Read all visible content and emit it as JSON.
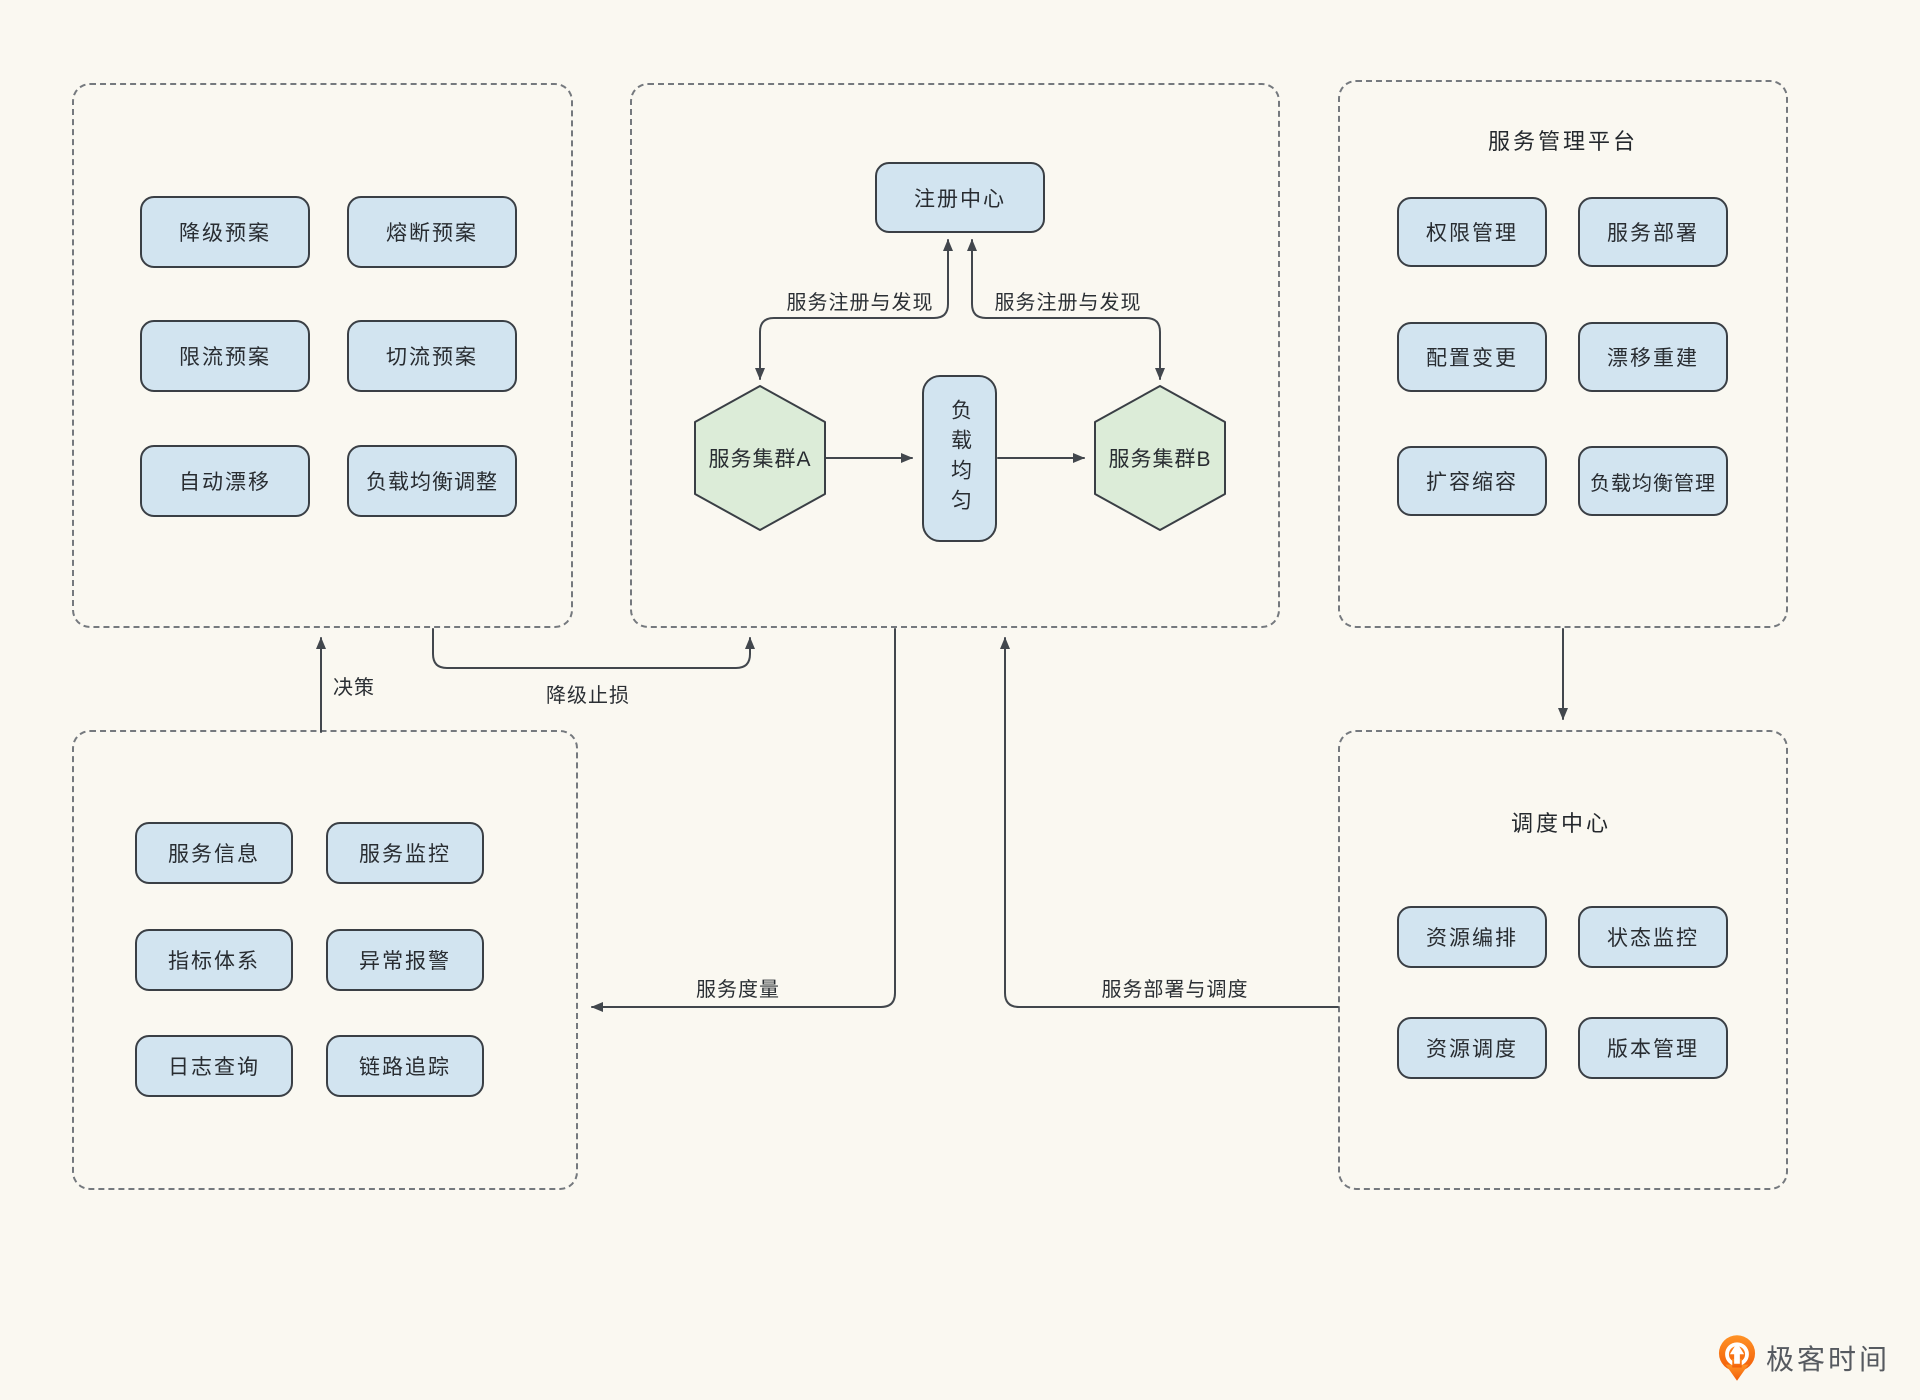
{
  "colors": {
    "background": "#faf8f1",
    "box_fill": "#d2e4f0",
    "hex_fill": "#dcecd8",
    "node_border": "#3a3f45",
    "panel_dash": "#75797e",
    "line": "#42474d",
    "text": "#282c31",
    "logo_orange": "#f66a0c",
    "logo_text_gray": "#565a60"
  },
  "panels": {
    "emergency": {
      "items": [
        "降级预案",
        "熔断预案",
        "限流预案",
        "切流预案",
        "自动漂移",
        "负载均衡调整"
      ]
    },
    "cluster": {
      "registry": "注册中心",
      "cluster_a": "服务集群A",
      "cluster_b": "服务集群B",
      "load_balance": "负载均匀",
      "reg_label_left": "服务注册与发现",
      "reg_label_right": "服务注册与发现"
    },
    "management": {
      "title": "服务管理平台",
      "items": [
        "权限管理",
        "服务部署",
        "配置变更",
        "漂移重建",
        "扩容缩容",
        "负载均衡管理"
      ]
    },
    "observability": {
      "items": [
        "服务信息",
        "服务监控",
        "指标体系",
        "异常报警",
        "日志查询",
        "链路追踪"
      ]
    },
    "dispatch": {
      "title": "调度中心",
      "items": [
        "资源编排",
        "状态监控",
        "资源调度",
        "版本管理"
      ]
    }
  },
  "edge_labels": {
    "decision": "决策",
    "degrade": "降级止损",
    "measure": "服务度量",
    "deploy": "服务部署与调度"
  },
  "logo": {
    "text": "极客时间"
  }
}
